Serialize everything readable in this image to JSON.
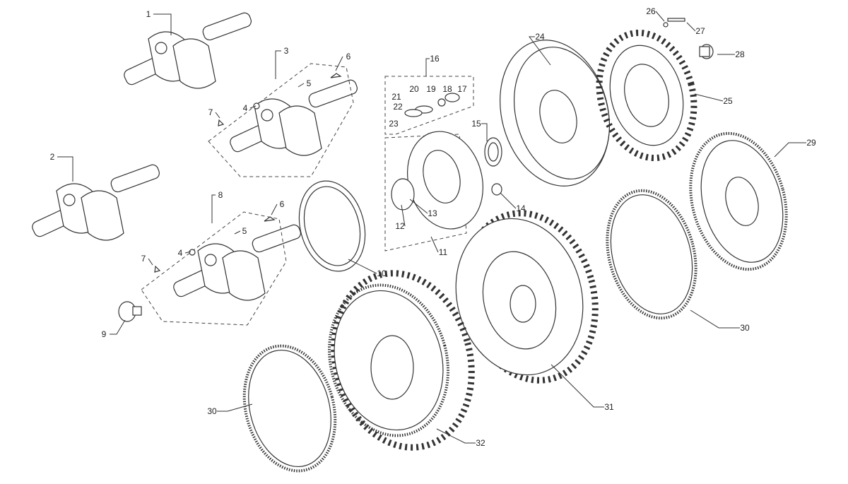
{
  "title": "Crankshaft and flywheel exploded parts diagram",
  "callouts": [
    "1",
    "2",
    "3",
    "4",
    "4",
    "5",
    "5",
    "6",
    "6",
    "7",
    "7",
    "8",
    "9",
    "10",
    "11",
    "12",
    "13",
    "14",
    "15",
    "16",
    "17",
    "18",
    "19",
    "20",
    "21",
    "22",
    "23",
    "24",
    "25",
    "26",
    "27",
    "28",
    "29",
    "30",
    "30",
    "31",
    "32"
  ]
}
